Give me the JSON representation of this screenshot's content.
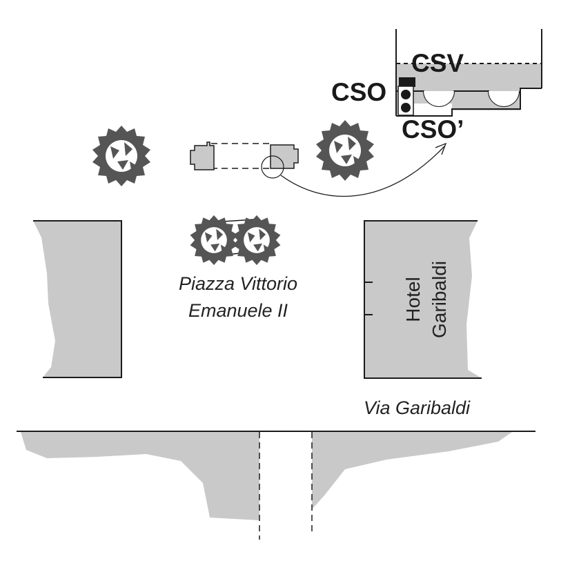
{
  "labels": {
    "csv": "CSV",
    "cso": "CSO",
    "cso_prime": "CSO’",
    "piazza_line1": "Piazza Vittorio",
    "piazza_line2": "Emanuele II",
    "hotel_line1": "Hotel",
    "hotel_line2": "Garibaldi",
    "via": "Via Garibaldi"
  },
  "colors": {
    "building_fill": "#c9c9c9",
    "tree_fill": "#555555",
    "stroke": "#1a1a1a"
  },
  "icons": {
    "tree": "tree-icon",
    "signal": "traffic-signal-icon"
  }
}
